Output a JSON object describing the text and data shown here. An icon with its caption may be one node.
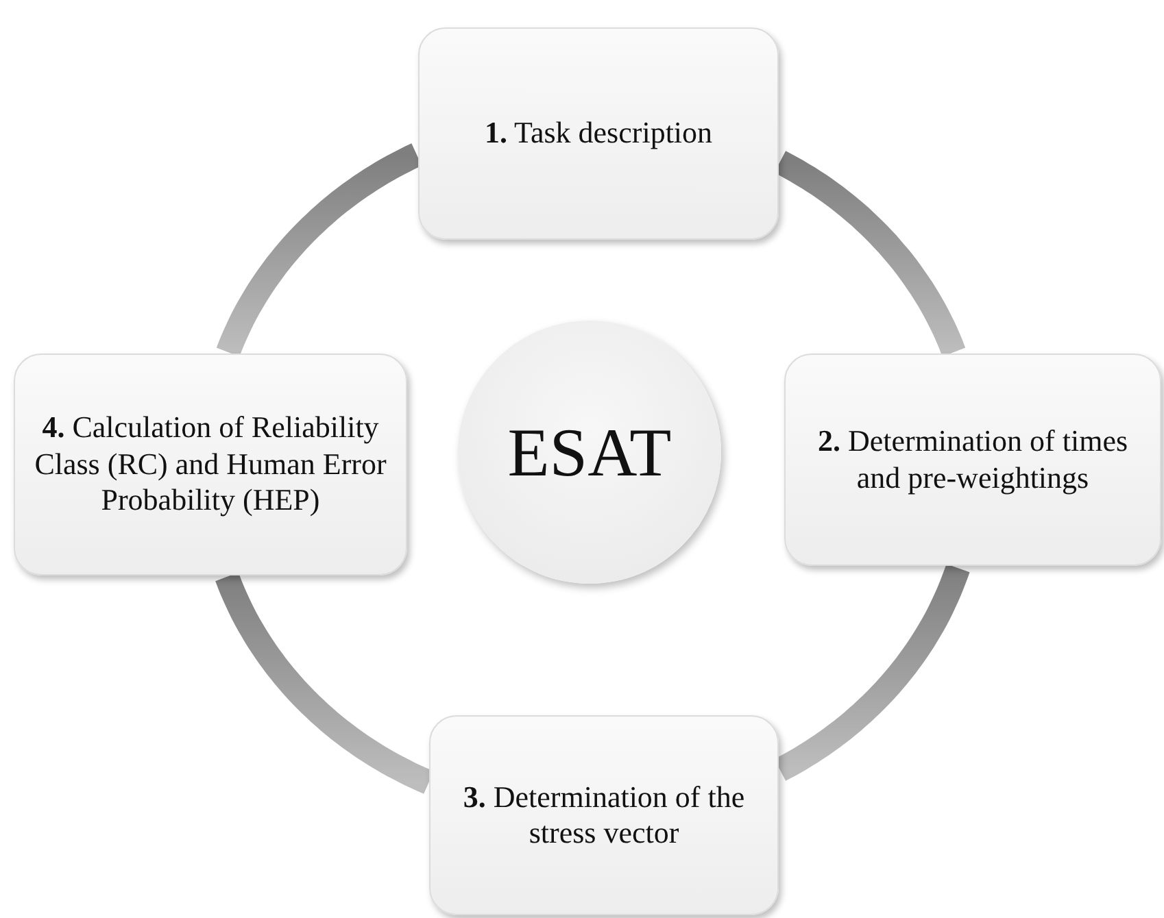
{
  "diagram": {
    "nodes": [
      {
        "text": [
          "**1.** Task description"
        ]
      },
      {
        "text": [
          "**2.** Determination of times and pre-weightings"
        ]
      },
      {
        "text": [
          "**3.** Determination of the stress vector"
        ]
      },
      {
        "text": [
          "**4.** Calculation of Reliability Class (RC) and Human Error Probability (HEP)"
        ]
      },
      {
        "text": [
          "ESAT"
        ]
      }
    ],
    "edges": [
      {
        "from": 0,
        "to": 1,
        "arrow": "none"
      },
      {
        "from": 1,
        "to": 2,
        "arrow": "none"
      },
      {
        "from": 2,
        "to": 3,
        "arrow": "none"
      },
      {
        "from": 3,
        "to": 0,
        "arrow": "none"
      }
    ]
  }
}
